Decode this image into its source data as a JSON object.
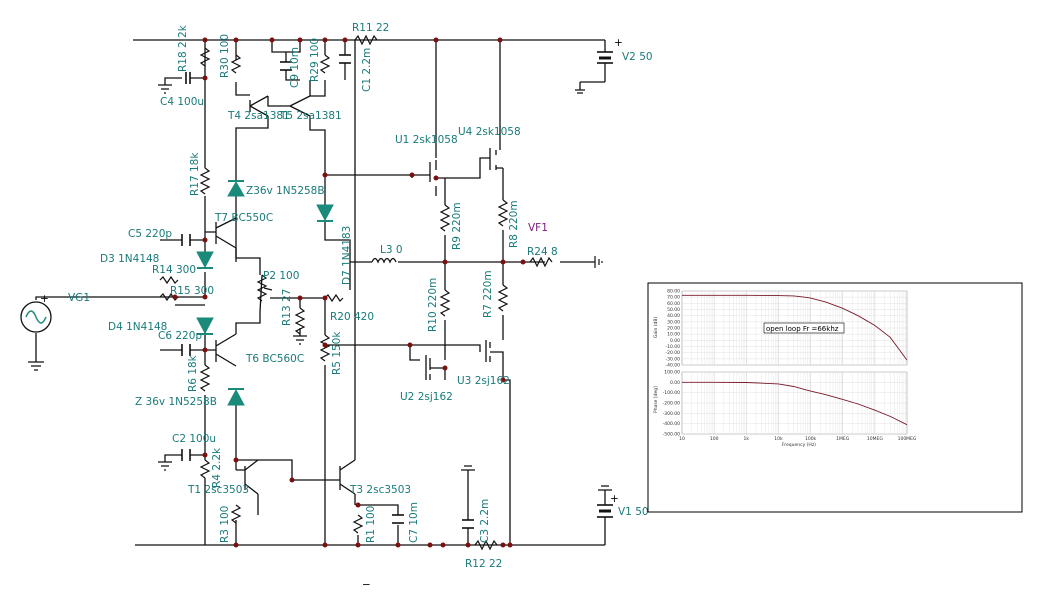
{
  "components": {
    "r18": "R18 2.2k",
    "r30": "R30 100",
    "c9": "C9 10m",
    "r29": "R29 100",
    "r11": "R11 22",
    "c1": "C1 2.2m",
    "v2": "V2 50",
    "c4": "C4 100u",
    "t4": "T4 2sa1381",
    "t5": "T5 2sa1381",
    "u1": "U1 2sk1058",
    "u4": "U4 2sk1058",
    "r17": "R17 18k",
    "z36a": "Z36v 1N5258B",
    "c5": "C5 220p",
    "t7": "T7 BC550C",
    "r9": "R9 220m",
    "r8": "R8 220m",
    "vf1": "VF1",
    "d3": "D3 1N4148",
    "d7": "D7 1N4183",
    "l3": "L3 0",
    "r24": "R24 8",
    "r14": "R14 300",
    "p2": "P2 100",
    "vg1": "VG1",
    "r15": "R15 300",
    "r13": "R13 27",
    "r20": "R20 420",
    "r10": "R10 220m",
    "r7": "R7 220m",
    "d4": "D4 1N4148",
    "c6": "C6 220p",
    "r5": "R5 150k",
    "t6": "T6 BC560C",
    "r6": "R6 18k",
    "u2": "U2 2sj162",
    "u3": "U3 2sj162",
    "z36b": "Z 36v 1N5258B",
    "c2": "C2 100u",
    "r4": "R4 2.2k",
    "t1": "T1 2sc3503",
    "t3": "T3 2sc3503",
    "v1": "V1 50",
    "r3": "R3 100",
    "r1": "R1 100",
    "c7": "C7 10m",
    "c3": "C3 2.2m",
    "r12": "R12 22",
    "plus_v2": "+",
    "plus_v1": "+",
    "plus_vg1": "+",
    "minus": "−"
  },
  "bode_inset": {
    "annotation": "open loop Fr =66khz",
    "gain_ylabel": "Gain (dB)",
    "phase_ylabel": "Phase [deg]",
    "xlabel": "Frequency (Hz)",
    "gain_ticks": [
      "80.00",
      "70.00",
      "60.00",
      "50.00",
      "40.00",
      "30.00",
      "20.00",
      "10.00",
      "0.00",
      "-10.00",
      "-20.00",
      "-30.00",
      "-40.00"
    ],
    "phase_ticks": [
      "100.00",
      "0.00",
      "-100.00",
      "-200.00",
      "-300.00",
      "-400.00",
      "-500.00"
    ],
    "x_ticks": [
      "10",
      "100",
      "1k",
      "10k",
      "100k",
      "1MEG",
      "10MEG",
      "100MEG"
    ],
    "line_color": "#7a1a2a"
  },
  "chart_data": [
    {
      "type": "line",
      "title": "",
      "xlabel": "Frequency (Hz)",
      "ylabel": "Gain (dB)",
      "xscale": "log",
      "xlim": [
        10,
        100000000
      ],
      "ylim": [
        -40,
        80
      ],
      "grid": true,
      "annotation": "open loop Fr =66khz",
      "x": [
        10,
        100,
        1000,
        10000,
        30000,
        66000,
        100000,
        300000,
        1000000,
        3000000,
        10000000,
        30000000,
        100000000
      ],
      "series": [
        {
          "values": [
            73,
            73,
            73,
            72.6,
            72,
            70,
            68.5,
            62,
            52,
            40,
            24,
            5,
            -32
          ]
        }
      ]
    },
    {
      "type": "line",
      "title": "",
      "xlabel": "Frequency (Hz)",
      "ylabel": "Phase [deg]",
      "xscale": "log",
      "xlim": [
        10,
        100000000
      ],
      "ylim": [
        -500,
        100
      ],
      "grid": true,
      "x": [
        10,
        100,
        1000,
        10000,
        30000,
        66000,
        100000,
        300000,
        1000000,
        3000000,
        10000000,
        30000000,
        100000000
      ],
      "series": [
        {
          "values": [
            0,
            0,
            -2,
            -15,
            -40,
            -70,
            -85,
            -120,
            -165,
            -210,
            -270,
            -330,
            -410
          ]
        }
      ]
    }
  ]
}
